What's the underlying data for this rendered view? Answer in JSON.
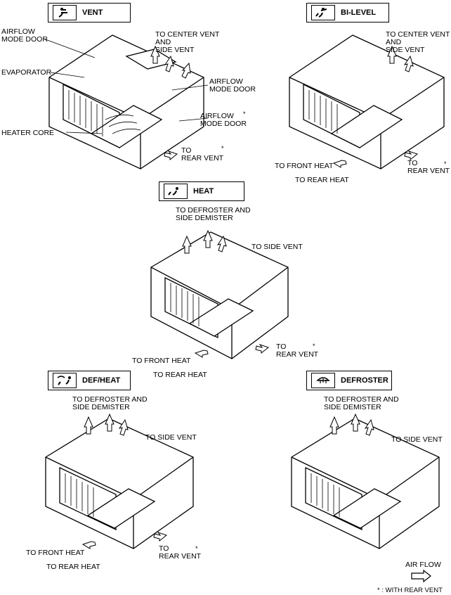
{
  "panels": [
    {
      "mode": "VENT",
      "icon": "vent-mode-icon",
      "labels": [
        "AIRFLOW\nMODE DOOR",
        "EVAPORATOR",
        "HEATER CORE",
        "TO CENTER VENT\nAND\nSIDE VENT",
        "AIRFLOW\nMODE DOOR",
        "AIRFLOW\nMODE DOOR",
        "TO\nREAR VENT"
      ]
    },
    {
      "mode": "BI-LEVEL",
      "icon": "bi-level-mode-icon",
      "labels": [
        "TO CENTER VENT\nAND\nSIDE VENT",
        "TO FRONT HEAT",
        "TO REAR HEAT",
        "TO\nREAR VENT"
      ]
    },
    {
      "mode": "HEAT",
      "icon": "heat-mode-icon",
      "labels": [
        "TO DEFROSTER AND\nSIDE DEMISTER",
        "TO SIDE VENT",
        "TO FRONT HEAT",
        "TO REAR HEAT",
        "TO\nREAR VENT"
      ]
    },
    {
      "mode": "DEF/HEAT",
      "icon": "def-heat-mode-icon",
      "labels": [
        "TO DEFROSTER AND\nSIDE DEMISTER",
        "TO SIDE VENT",
        "TO FRONT HEAT",
        "TO REAR HEAT",
        "TO\nREAR VENT"
      ]
    },
    {
      "mode": "DEFROSTER",
      "icon": "defroster-mode-icon",
      "labels": [
        "TO DEFROSTER AND\nSIDE DEMISTER",
        "TO SIDE VENT"
      ]
    }
  ],
  "star": "*",
  "legend": {
    "air_flow": "AIR FLOW",
    "note": "* : WITH REAR VENT"
  }
}
